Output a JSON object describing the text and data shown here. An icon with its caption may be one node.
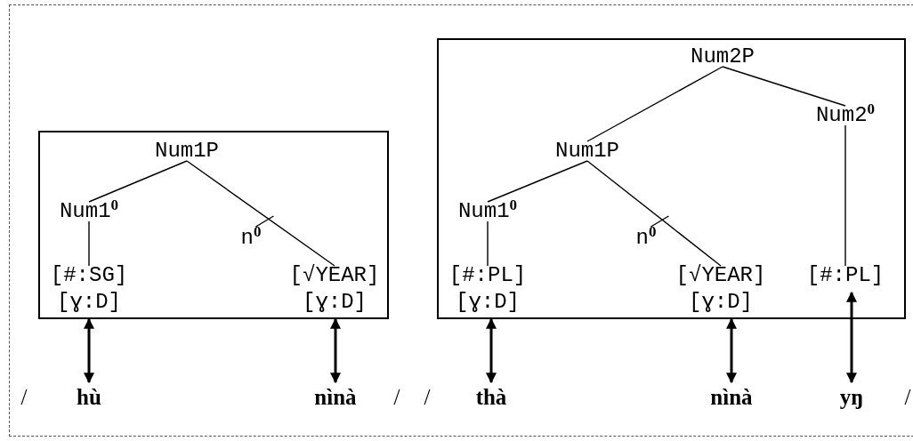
{
  "diagram": {
    "nodes": [
      {
        "text": [],
        "shape": "box"
      },
      {
        "text": [
          "Num1P"
        ],
        "in": 0
      },
      {
        "text": [
          "Num1$^{0}$"
        ],
        "in": 0
      },
      {
        "text": [
          "n$^{0}$"
        ],
        "in": 0
      },
      {
        "text": [
          "[#:SG]",
          "[ɣ:D]"
        ],
        "in": 0
      },
      {
        "text": [
          "[√YEAR]",
          "[ɣ:D]"
        ],
        "in": 0
      },
      {
        "text": [],
        "shape": "box"
      },
      {
        "text": [
          "Num2P"
        ],
        "in": 6
      },
      {
        "text": [
          "Num1P"
        ],
        "in": 6
      },
      {
        "text": [
          "Num2$^{0}$"
        ],
        "in": 6
      },
      {
        "text": [
          "Num1$^{0}$"
        ],
        "in": 6
      },
      {
        "text": [
          "n$^{0}$"
        ],
        "in": 6
      },
      {
        "text": [
          "[#:PL]",
          "[ɣ:D]"
        ],
        "in": 6
      },
      {
        "text": [
          "[√YEAR]",
          "[ɣ:D]"
        ],
        "in": 6
      },
      {
        "text": [
          "[#:PL]"
        ],
        "in": 6
      },
      {
        "text": [
          "hù"
        ]
      },
      {
        "text": [
          "nìnà"
        ]
      },
      {
        "text": [
          "thà"
        ]
      },
      {
        "text": [
          "nìnà"
        ]
      },
      {
        "text": [
          "yŋ"
        ]
      }
    ],
    "edges": [
      {
        "from": 1,
        "to": 2,
        "arrow": "none"
      },
      {
        "from": 1,
        "to": 5,
        "arrow": "none"
      },
      {
        "from": 3,
        "to": null,
        "arrow": "none"
      },
      {
        "from": 2,
        "to": 4,
        "arrow": "none"
      },
      {
        "from": 7,
        "to": 8,
        "arrow": "none"
      },
      {
        "from": 7,
        "to": 9,
        "arrow": "none"
      },
      {
        "from": 8,
        "to": 10,
        "arrow": "none"
      },
      {
        "from": 8,
        "to": 13,
        "arrow": "none"
      },
      {
        "from": 11,
        "to": null,
        "arrow": "none"
      },
      {
        "from": 10,
        "to": 12,
        "arrow": "none"
      },
      {
        "from": 9,
        "to": 14,
        "arrow": "none"
      },
      {
        "from": 4,
        "to": 15,
        "arrow": "both",
        "style": "thick"
      },
      {
        "from": 5,
        "to": 16,
        "arrow": "both",
        "style": "thick"
      },
      {
        "from": 12,
        "to": 17,
        "arrow": "both",
        "style": "thick"
      },
      {
        "from": 13,
        "to": 18,
        "arrow": "both",
        "style": "thick"
      },
      {
        "from": 14,
        "to": 19,
        "arrow": "both",
        "style": "thick"
      }
    ],
    "labels": [
      "/",
      "/",
      "/",
      "/"
    ]
  }
}
